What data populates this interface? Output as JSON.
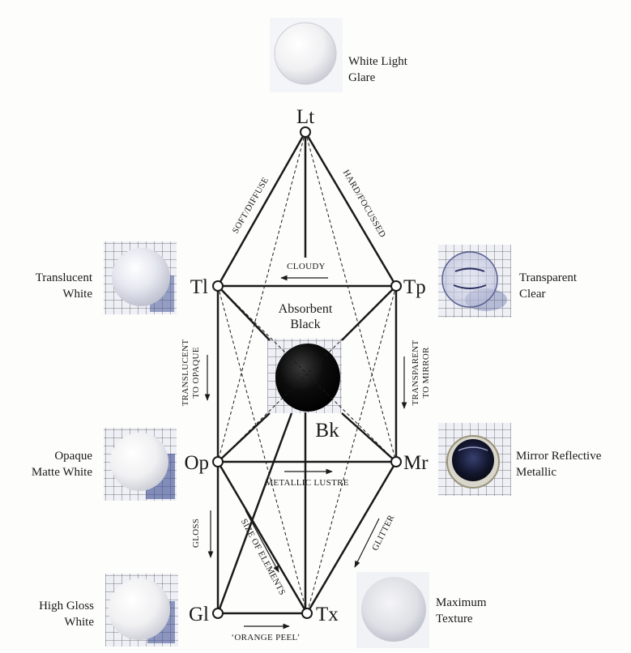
{
  "nodes": {
    "lt": "Lt",
    "tl": "Tl",
    "tp": "Tp",
    "op": "Op",
    "mr": "Mr",
    "gl": "Gl",
    "tx": "Tx",
    "bk": "Bk"
  },
  "edge_labels": {
    "soft_diffuse": "SOFT/DIFFUSE",
    "hard_focussed": "HARD/FOCUSSED",
    "cloudy": "CLOUDY",
    "translucent_to_opaque_1": "TRANSLUCENT",
    "translucent_to_opaque_2": "TO OPAQUE",
    "transparent_to_mirror_1": "TRANSPARENT",
    "transparent_to_mirror_2": "TO MIRROR",
    "metallic_lustre": "METALLIC LUSTRE",
    "gloss": "GLOSS",
    "size_of_elements": "SIZE OF ELEMENTS",
    "glitter": "GLITTER",
    "orange_peel": "‘ORANGE PEEL’"
  },
  "samples": {
    "white_light": {
      "line1": "White Light",
      "line2": "Glare"
    },
    "translucent": {
      "line1": "Translucent",
      "line2": "White"
    },
    "transparent": {
      "line1": "Transparent",
      "line2": "Clear"
    },
    "absorbent": {
      "line1": "Absorbent",
      "line2": "Black"
    },
    "opaque": {
      "line1": "Opaque",
      "line2": "Matte White"
    },
    "mirror": {
      "line1": "Mirror Reflective",
      "line2": "Metallic"
    },
    "high_gloss": {
      "line1": "High Gloss",
      "line2": "White"
    },
    "texture": {
      "line1": "Maximum",
      "line2": "Texture"
    }
  },
  "colors": {
    "ink": "#1a1a1a",
    "grid_line": "#555555",
    "tile_bg": "#eef0f6",
    "shadow_blue": "#4a5a98"
  }
}
